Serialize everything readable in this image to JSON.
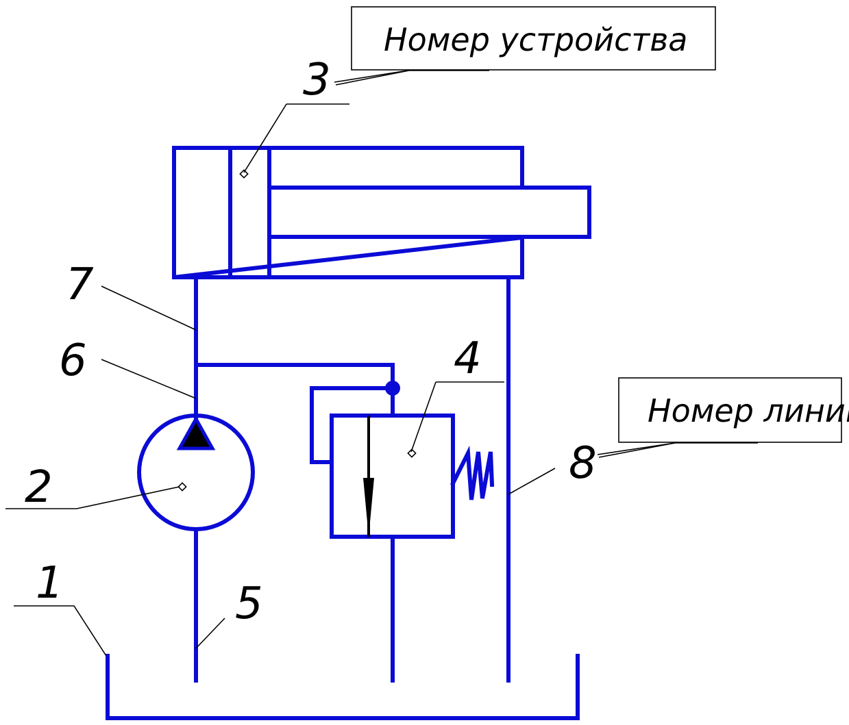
{
  "notes": {
    "device_number": "Номер устройства",
    "line_number": "Номер линии"
  },
  "labels": {
    "l1": "1",
    "l2": "2",
    "l3": "3",
    "l4": "4",
    "l5": "5",
    "l6": "6",
    "l7": "7",
    "l8": "8"
  },
  "colors": {
    "line": "#0b0bd6",
    "text": "#000000"
  }
}
